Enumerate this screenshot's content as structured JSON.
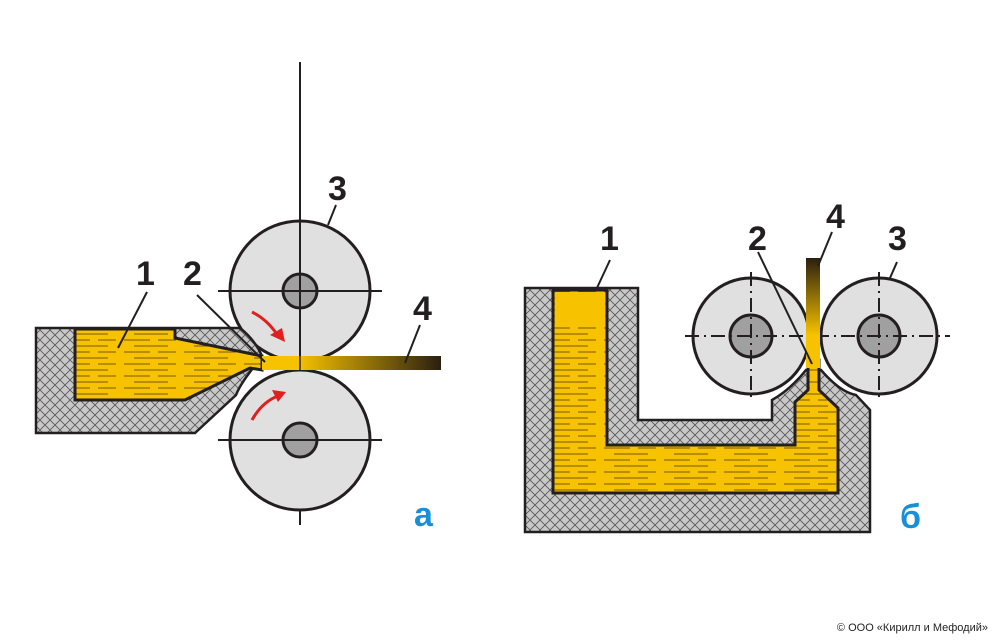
{
  "diagram_a": {
    "labels": {
      "melt": "1",
      "nozzle": "2",
      "roll": "3",
      "strip": "4"
    },
    "caption": "а"
  },
  "diagram_b": {
    "labels": {
      "melt": "1",
      "nozzle": "2",
      "roll": "3",
      "strip": "4"
    },
    "caption": "б"
  },
  "colors": {
    "melt": "#f7c200",
    "casing": "#c8c8c8",
    "roll": "#e0e0e0",
    "hub": "#a0a0a0",
    "arrow": "#e02020",
    "caption": "#1a8fd6",
    "outline": "#231f20"
  },
  "copyright": "© ООО «Кирилл и Мефодий»"
}
